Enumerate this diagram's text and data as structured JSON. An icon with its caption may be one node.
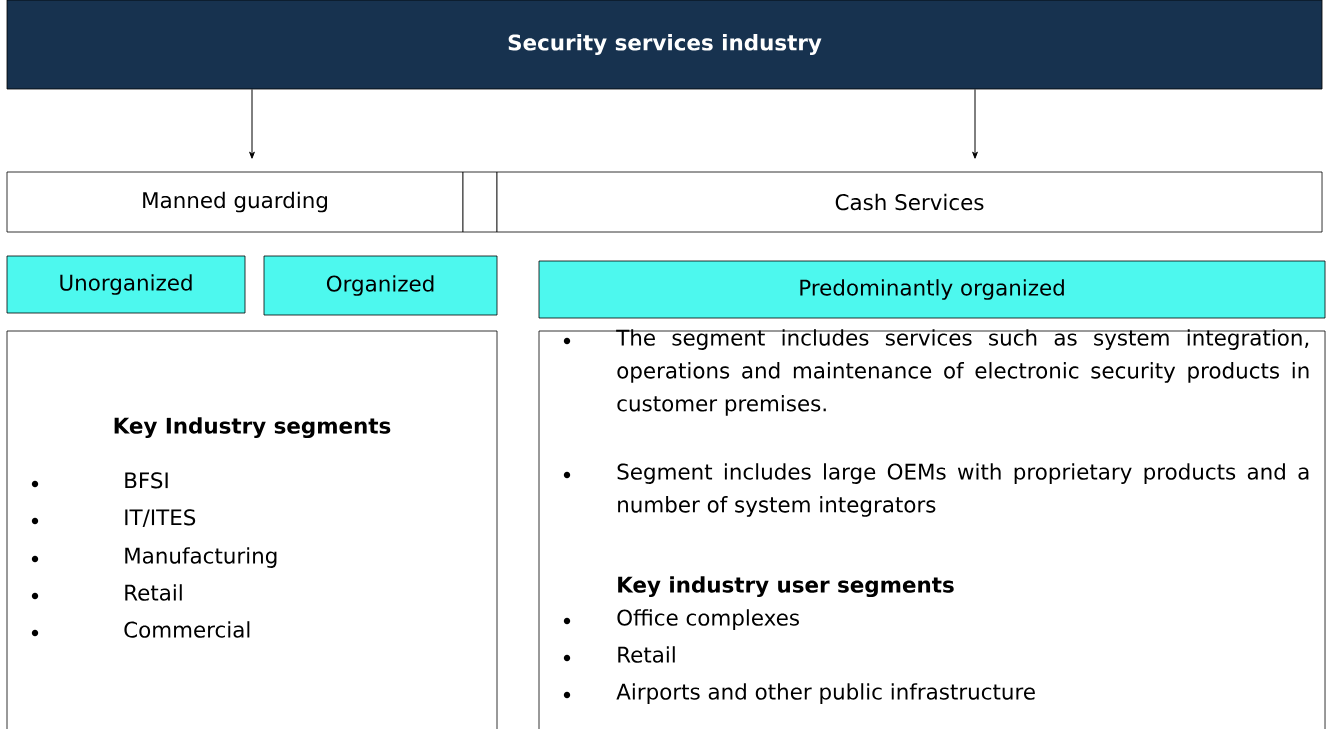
{
  "diagram": {
    "nodes": [
      {
        "text": [
          "Security services industry"
        ]
      },
      {
        "text": [
          "Manned guarding"
        ]
      },
      {
        "text": [],
        "shape": "box"
      },
      {
        "text": [
          "Cash Services"
        ]
      },
      {
        "text": [
          "Unorganized"
        ]
      },
      {
        "text": [
          "Organized"
        ]
      },
      {
        "text": [
          "Predominantly organized"
        ]
      },
      {
        "text": [
          "Key Industry segments",
          "BFSI",
          "IT/ITES",
          "Manufacturing",
          "Retail",
          "Commercial"
        ]
      },
      {
        "text": [
          "The segment includes services such as system integration, operations and maintenance of electronic security products in customer premises.",
          "Segment includes large OEMs with proprietary products and a number of system integrators",
          "Key industry user segments",
          "Office complexes",
          "Retail",
          "Airports and other public infrastructure"
        ]
      }
    ],
    "edges": [
      {
        "from": 0,
        "to": 1,
        "arrow": "to"
      },
      {
        "from": 0,
        "to": 3,
        "arrow": "to"
      }
    ]
  }
}
